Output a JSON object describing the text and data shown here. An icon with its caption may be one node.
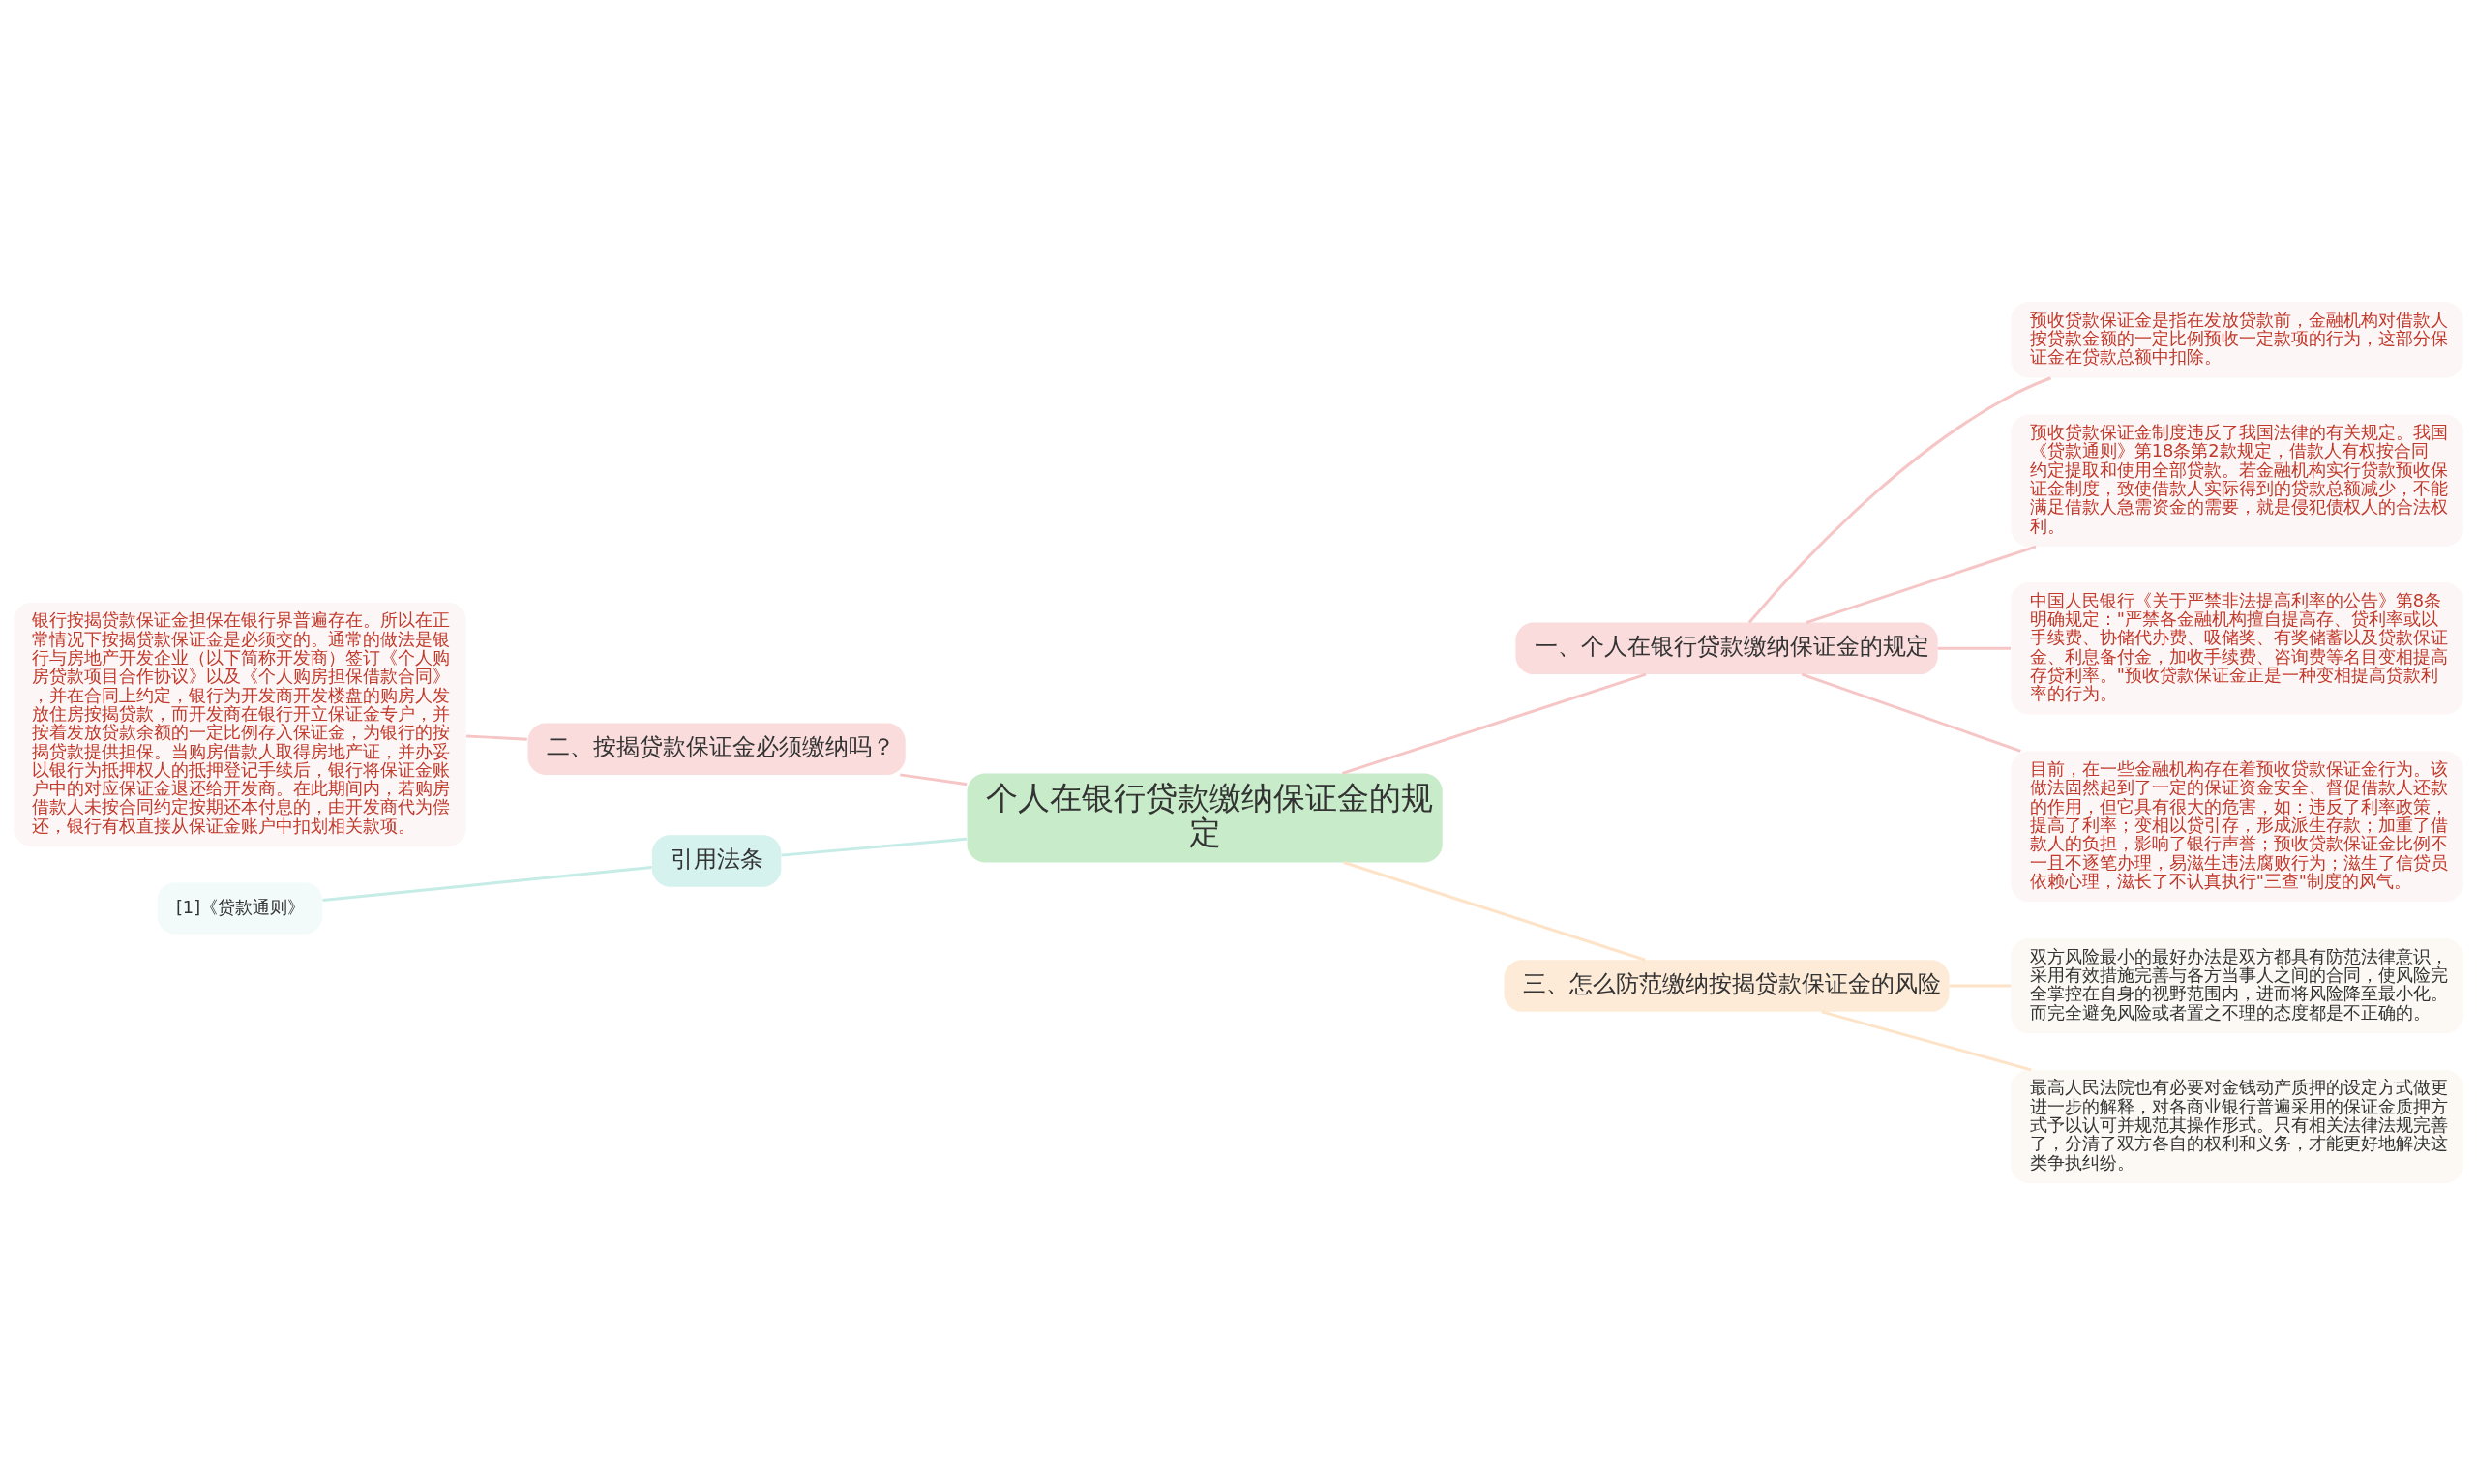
{
  "diagram": {
    "nodes": [
      {
        "text": [
          "个人在银行贷款缴纳保证金的规定"
        ]
      },
      {
        "text": [
          "一、个人在银行贷款缴纳保证金的规定"
        ]
      },
      {
        "text": [
          "预收贷款保证金是指在发放贷款前，金融机构对借款人按贷款金额的一定比例预收一定款项的行为，这部分保证金在贷款总额中扣除。"
        ]
      },
      {
        "text": [
          "预收贷款保证金制度违反了我国法律的有关规定。我国《贷款通则》第18条第2款规定，借款人有权按合同约定提取和使用全部贷款。若金融机构实行贷款预收保证金制度，致使借款人实际得到的贷款总额减少，不能满足借款人急需资金的需要，就是侵犯债权人的合法权利。"
        ]
      },
      {
        "text": [
          "中国人民银行《关于严禁非法提高利率的公告》第8条明确规定：\"严禁各金融机构擅自提高存、贷利率或以手续费、协储代办费、吸储奖、有奖储蓄以及贷款保证金、利息备付金，加收手续费、咨询费等名目变相提高存贷利率。\"预收贷款保证金正是一种变相提高贷款利率的行为。"
        ]
      },
      {
        "text": [
          "目前，在一些金融机构存在着预收贷款保证金行为。该做法固然起到了一定的保证资金安全、督促借款人还款的作用，但它具有很大的危害，如：违反了利率政策，提高了利率；变相以贷引存，形成派生存款；加重了借款人的负担，影响了银行声誉；预收贷款保证金比例不一且不逐笔办理，易滋生违法腐败行为；滋生了信贷员依赖心理，滋长了不认真执行\"三查\"制度的风气。"
        ]
      },
      {
        "text": [
          "三、怎么防范缴纳按揭贷款保证金的风险"
        ]
      },
      {
        "text": [
          "双方风险最小的最好办法是双方都具有防范法律意识，采用有效措施完善与各方当事人之间的合同，使风险完全掌控在自身的视野范围内，进而将风险降至最小化。而完全避免风险或者置之不理的态度都是不正确的。"
        ]
      },
      {
        "text": [
          "最高人民法院也有必要对金钱动产质押的设定方式做更进一步的解释，对各商业银行普遍采用的保证金质押方式予以认可并规范其操作形式。只有相关法律法规完善了，分清了双方各自的权利和义务，才能更好地解决这类争执纠纷。"
        ]
      },
      {
        "text": [
          "二、按揭贷款保证金必须缴纳吗？"
        ]
      },
      {
        "text": [
          "银行按揭贷款保证金担保在银行界普遍存在。所以在正常情况下按揭贷款保证金是必须交的。通常的做法是银行与房地产开发企业（以下简称开发商）签订《个人购房贷款项目合作协议》以及《个人购房担保借款合同》，并在合同上约定，银行为开发商开发楼盘的购房人发放住房按揭贷款，而开发商在银行开立保证金专户，并按着发放贷款余额的一定比例存入保证金，为银行的按揭贷款提供担保。当购房借款人取得房地产证，并办妥以银行为抵押权人的抵押登记手续后，银行将保证金账户中的对应保证金退还给开发商。在此期间内，若购房借款人未按合同约定按期还本付息的，由开发商代为偿还，银行有权直接从保证金账户中扣划相关款项。"
        ]
      },
      {
        "text": [
          "引用法条"
        ]
      },
      {
        "text": [
          "[1]《贷款通则》"
        ]
      }
    ],
    "edges": [
      {
        "from": 0,
        "to": 1,
        "arrow": "none"
      },
      {
        "from": 1,
        "to": 2,
        "arrow": "none"
      },
      {
        "from": 1,
        "to": 3,
        "arrow": "none"
      },
      {
        "from": 1,
        "to": 4,
        "arrow": "none"
      },
      {
        "from": 1,
        "to": 5,
        "arrow": "none"
      },
      {
        "from": 0,
        "to": 6,
        "arrow": "none",
        "color": "#fde3c8"
      },
      {
        "from": 6,
        "to": 7,
        "arrow": "none",
        "color": "#fde3c8"
      },
      {
        "from": 6,
        "to": 8,
        "arrow": "none",
        "color": "#fde3c8"
      },
      {
        "from": 0,
        "to": 9,
        "arrow": "none"
      },
      {
        "from": 9,
        "to": 10,
        "arrow": "none"
      },
      {
        "from": 0,
        "to": 11,
        "arrow": "none",
        "color": "#c5ece6"
      },
      {
        "from": 11,
        "to": 12,
        "arrow": "none",
        "color": "#c5ece6"
      }
    ]
  }
}
